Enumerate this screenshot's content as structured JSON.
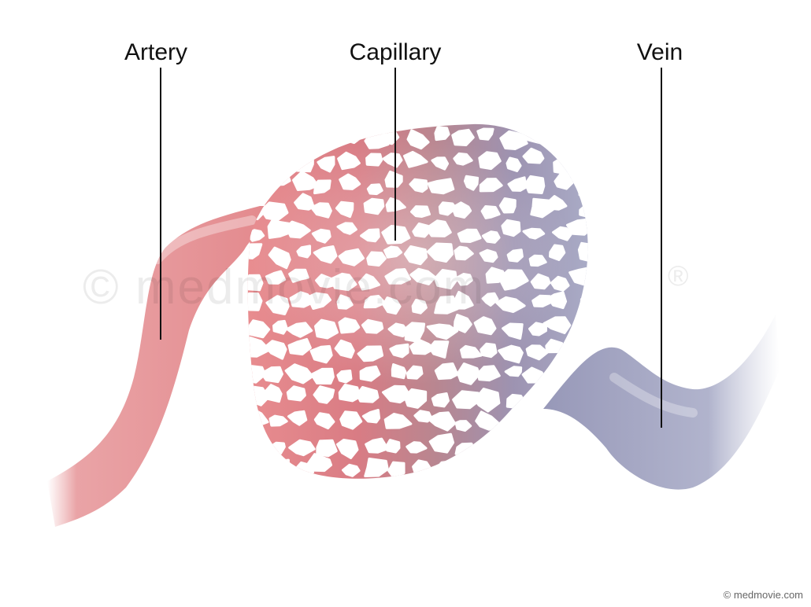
{
  "labels": {
    "artery": "Artery",
    "capillary": "Capillary",
    "vein": "Vein"
  },
  "watermark": {
    "left_text": "© medmovie.com",
    "right_mark": "®"
  },
  "credit": "© medmovie.com",
  "colors": {
    "artery": "#e2888c",
    "capillary_mid": "#b9868f",
    "vein": "#9b9db8",
    "label_text": "#111111"
  },
  "icons": [
    "copyright-icon",
    "registered-icon"
  ]
}
